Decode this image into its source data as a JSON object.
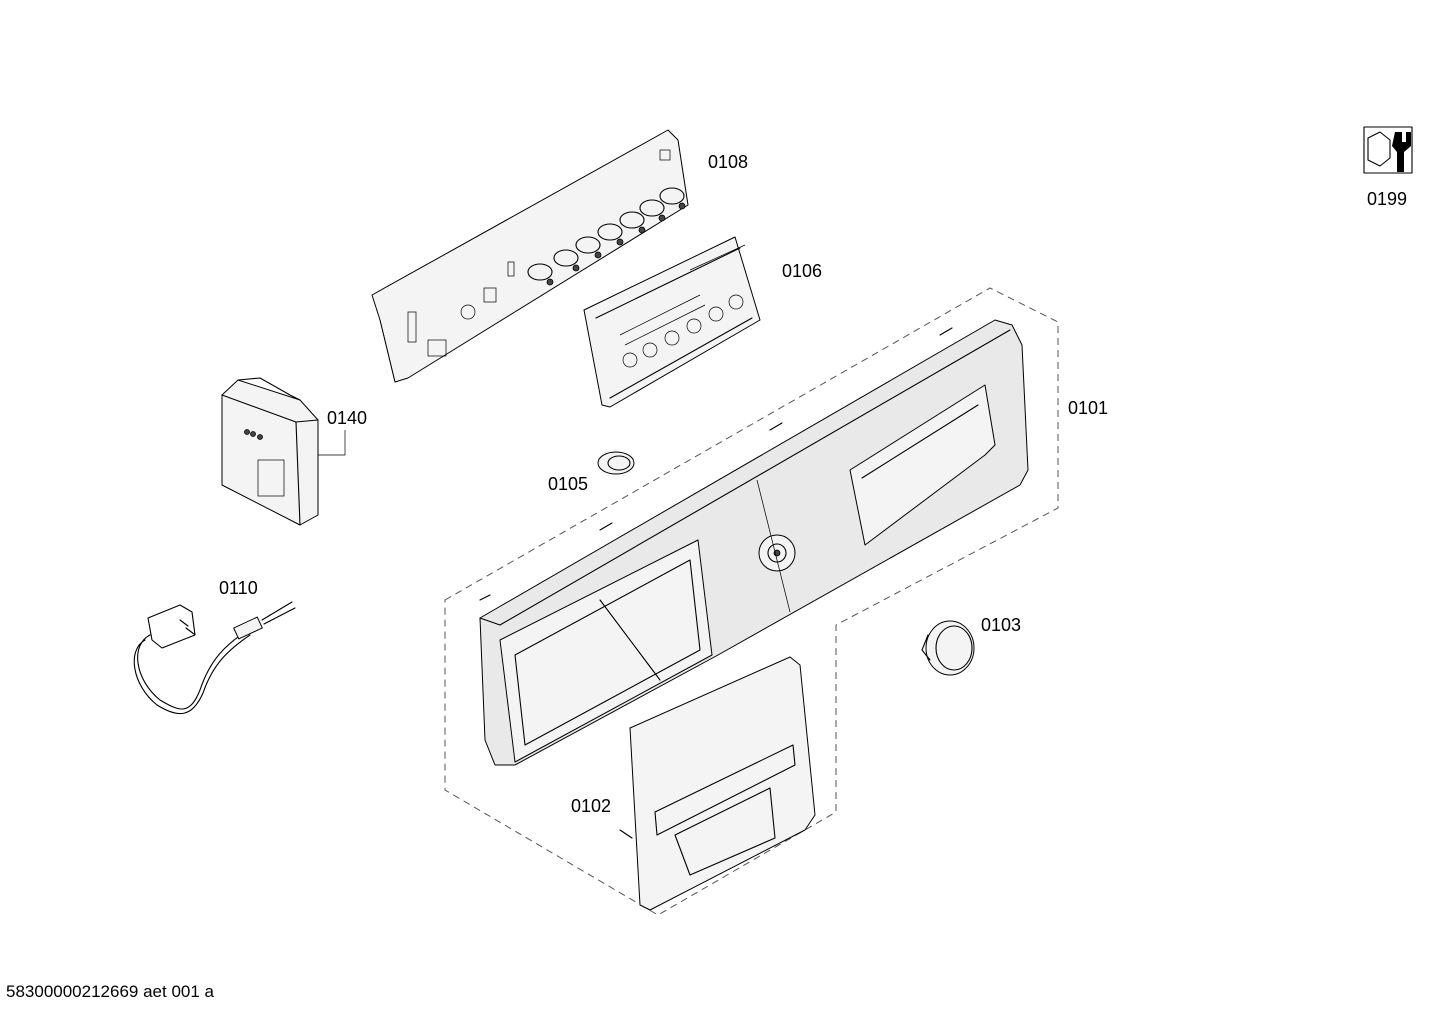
{
  "parts": {
    "p0108": "0108",
    "p0106": "0106",
    "p0101": "0101",
    "p0140": "0140",
    "p0105": "0105",
    "p0110": "0110",
    "p0103": "0103",
    "p0102": "0102",
    "p0199": "0199"
  },
  "document_id": "58300000212669 aet 001 a",
  "icons": {
    "service_kit": "wrench-nut-icon"
  }
}
